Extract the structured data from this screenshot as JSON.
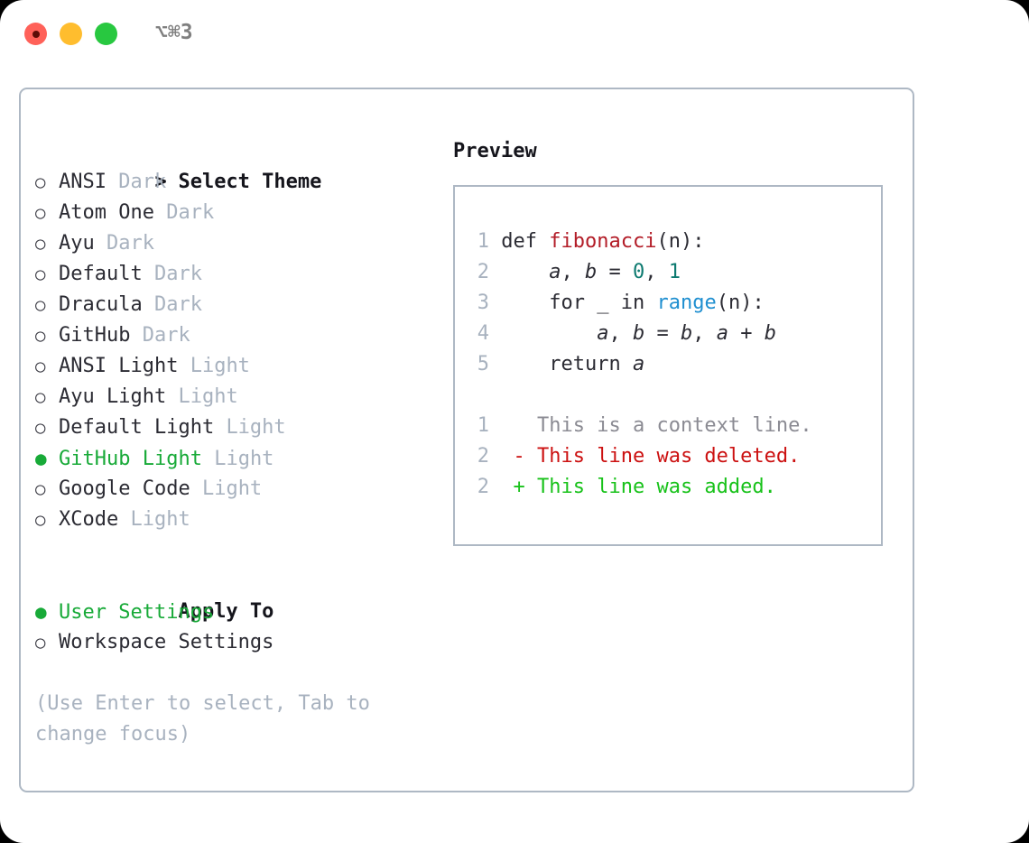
{
  "titlebar": {
    "shortcut": "⌥⌘3",
    "lights": [
      "close",
      "minimize",
      "zoom"
    ]
  },
  "theme_picker": {
    "header_caret": ">",
    "header_label": "Select Theme",
    "bullet_unselected": "○",
    "bullet_selected": "●",
    "items": [
      {
        "name": "ANSI",
        "kind": "Dark",
        "selected": false
      },
      {
        "name": "Atom One",
        "kind": "Dark",
        "selected": false
      },
      {
        "name": "Ayu",
        "kind": "Dark",
        "selected": false
      },
      {
        "name": "Default",
        "kind": "Dark",
        "selected": false
      },
      {
        "name": "Dracula",
        "kind": "Dark",
        "selected": false
      },
      {
        "name": "GitHub",
        "kind": "Dark",
        "selected": false
      },
      {
        "name": "ANSI Light",
        "kind": "Light",
        "selected": false
      },
      {
        "name": "Ayu Light",
        "kind": "Light",
        "selected": false
      },
      {
        "name": "Default Light",
        "kind": "Light",
        "selected": false
      },
      {
        "name": "GitHub Light",
        "kind": "Light",
        "selected": true
      },
      {
        "name": "Google Code",
        "kind": "Light",
        "selected": false
      },
      {
        "name": "XCode",
        "kind": "Light",
        "selected": false
      }
    ]
  },
  "apply_to": {
    "header_label": "Apply To",
    "items": [
      {
        "name": "User Settings",
        "selected": true
      },
      {
        "name": "Workspace Settings",
        "selected": false
      }
    ]
  },
  "hint": "(Use Enter to select, Tab to change focus)",
  "preview": {
    "title": "Preview",
    "code_lines": [
      {
        "n": "1",
        "text": "def fibonacci(n):"
      },
      {
        "n": "2",
        "text": "    a, b = 0, 1"
      },
      {
        "n": "3",
        "text": "    for _ in range(n):"
      },
      {
        "n": "4",
        "text": "        a, b = b, a + b"
      },
      {
        "n": "5",
        "text": "    return a"
      }
    ],
    "diff_lines": [
      {
        "n": "1",
        "marker": " ",
        "text": "This is a context line.",
        "type": "context"
      },
      {
        "n": "2",
        "marker": "-",
        "text": "This line was deleted.",
        "type": "deleted"
      },
      {
        "n": "2",
        "marker": "+",
        "text": "This line was added.",
        "type": "added"
      }
    ]
  },
  "colors": {
    "selected_green": "#18aa38",
    "added_green": "#18c21a",
    "deleted_red": "#cc1111",
    "function_red": "#b31d28",
    "number_teal": "#0d7a70",
    "builtin_blue": "#1f8fd0",
    "muted_gray": "#a8b2bf",
    "border": "#aeb8c4"
  }
}
